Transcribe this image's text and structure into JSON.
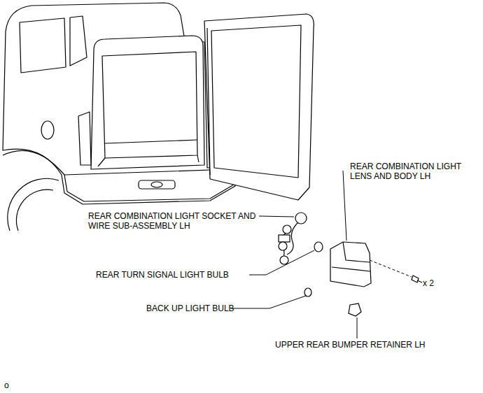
{
  "diagram": {
    "labels": [
      "REAR COMBINATION LIGHT LENS AND BODY LH",
      "REAR COMBINATION LIGHT SOCKET AND WIRE SUB-ASSEMBLY LH",
      "REAR TURN SIGNAL LIGHT BULB",
      "BACK UP LIGHT BULB",
      "x 2",
      "UPPER REAR BUMPER RETAINER LH",
      "o"
    ]
  }
}
